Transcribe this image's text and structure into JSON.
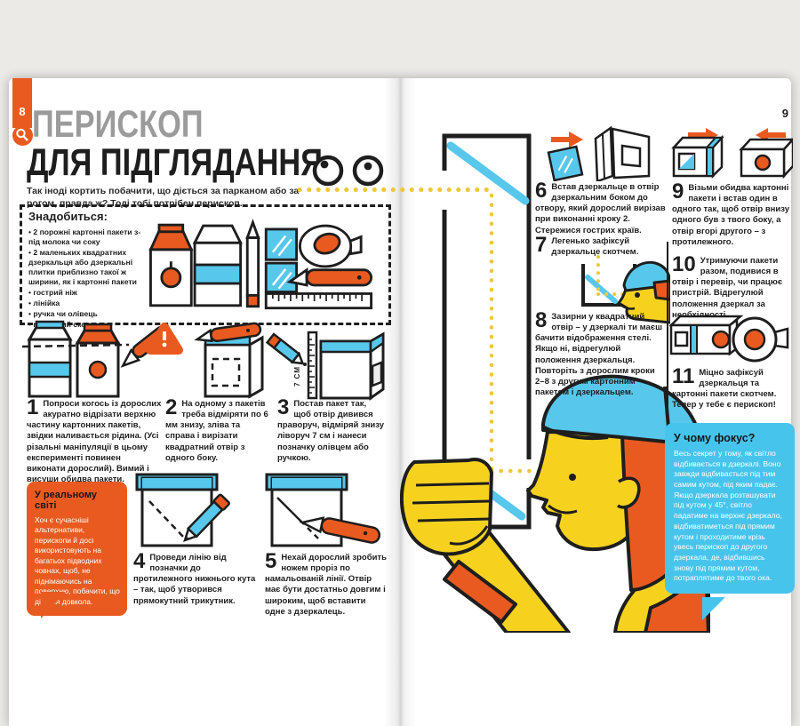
{
  "page_left": {
    "number": "8",
    "title_line1": "ПЕРИСКОП",
    "title_line2": "ДЛЯ ПІДГЛЯДАННЯ",
    "intro": "Так іноді кортить побачити, що діється за парканом або за рогом, правда ж? Тоді тобі потрібен перископ.",
    "materials_heading": "Знадобиться:",
    "materials": [
      "• 2 порожні картонні пакети з-під молока чи соку",
      "• 2 маленьких квадратних дзеркальця або дзеркальні плитки приблизно такої ж ширини, як і картонні пакети",
      "• гострий ніж",
      "• лінійка",
      "• ручка чи олівець",
      "• малярний скотч"
    ],
    "seven_cm_label": "7 СМ",
    "real_world_heading": "У реальному світі",
    "real_world_text": "Хоч є сучасніші альтернативи, перископи й досі використовують на багатьох підводних човнах, щоб, не піднімаючись на поверхню, побачити, що діється довкола."
  },
  "page_right": {
    "number": "9",
    "focus_heading": "У чому фокус?",
    "focus_text": "Весь секрет у тому, як світло відбивається в дзеркалі. Воно завжди відбивається під тим самим кутом, під яким падає. Якщо дзеркала розташувати під кутом у 45°, світло падатиме на верхнє дзеркало, відбиватиметься під прямим кутом і проходитиме крізь увесь перископ до другого дзеркала, де, відбившись знову під прямим кутом, потраплятиме до твого ока."
  },
  "steps": [
    {
      "num": "1",
      "text": "Попроси когось із дорослих акуратно відрізати верхню частину картонних пакетів, звідки наливається рідина. (Усі різальні маніпуляції в цьому експерименті повинен виконати дорослий). Вимий і висуши обидва пакети."
    },
    {
      "num": "2",
      "text": "На одному з пакетів треба відміряти по 6 мм знизу, зліва та справа і вирізати квадратний отвір з одного боку."
    },
    {
      "num": "3",
      "text": "Постав пакет так, щоб отвір дивився праворуч, відміряй знизу ліворуч 7 см і нанеси позначку олівцем або ручкою."
    },
    {
      "num": "4",
      "text": "Проведи лінію від позначки до протилежного нижнього кута – так, щоб утворився прямокутний трикутник."
    },
    {
      "num": "5",
      "text": "Нехай дорослий зробить ножем проріз по намальованій лінії. Отвір має бути достатньо довгим і широким, щоб вставити одне з дзеркалець."
    },
    {
      "num": "6",
      "text": "Встав дзеркальце в отвір дзеркальним боком до отвору, який дорослий вирізав при виконанні кроку 2. Стережися гострих країв."
    },
    {
      "num": "7",
      "text": "Легенько зафіксуй дзеркальце скотчем."
    },
    {
      "num": "8",
      "text": "Зазирни у квадратний отвір – у дзеркалі ти маєш бачити відображення стелі. Якщо ні, відрегулюй положення дзеркальця. Повторіть з дорослим кроки 2–8 з другим картонним пакетом і дзеркальцем."
    },
    {
      "num": "9",
      "text": "Візьми обидва картонні пакети і встав один в одного так, щоб отвір внизу одного був з твого боку, а отвір вгорі другого – з протилежного."
    },
    {
      "num": "10",
      "text": "Утримуючи пакети разом, подивися в отвір і перевір, чи працює пристрій. Відрегулюй положення дзеркал за необхідності."
    },
    {
      "num": "11",
      "text": "Міцно зафіксуй дзеркальця та картонні пакети скотчем. Тепер у тебе є перископ!"
    }
  ],
  "colors": {
    "orange": "#E95A20",
    "mirror_blue": "#58C7EC",
    "bubble_blue": "#47C4EC",
    "skin_yellow": "#F6D21F",
    "light_dot_yellow": "#EEC83D",
    "title_gray": "#9B9B9B"
  }
}
